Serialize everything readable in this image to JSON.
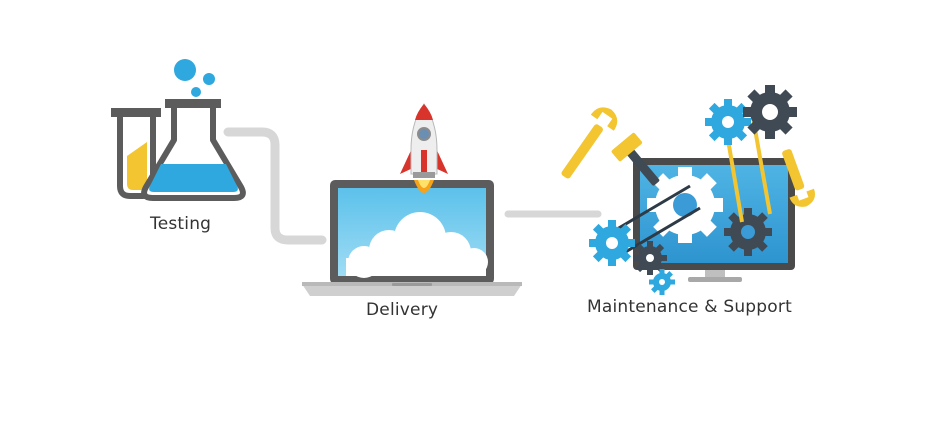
{
  "stages": [
    {
      "id": "testing",
      "label": "Testing",
      "icon": "flask-and-test-tube-icon"
    },
    {
      "id": "delivery",
      "label": "Delivery",
      "icon": "laptop-rocket-icon"
    },
    {
      "id": "maintenance",
      "label": "Maintenance & Support",
      "icon": "monitor-gears-tools-icon"
    }
  ],
  "colors": {
    "accent_blue": "#2ea8df",
    "dark_gray": "#5c5c5c",
    "connector_gray": "#d7d7d7",
    "yellow": "#f2c531",
    "gear_dark": "#3f4a55",
    "rocket_red": "#d9342b",
    "text": "#333333"
  }
}
